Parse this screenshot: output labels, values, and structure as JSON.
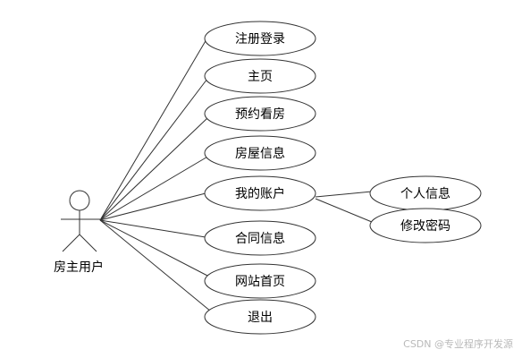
{
  "actor": {
    "label": "房主用户"
  },
  "usecases": [
    {
      "id": "register-login",
      "label": "注册登录"
    },
    {
      "id": "home",
      "label": "主页"
    },
    {
      "id": "book-viewing",
      "label": "预约看房"
    },
    {
      "id": "house-info",
      "label": "房屋信息"
    },
    {
      "id": "my-account",
      "label": "我的账户"
    },
    {
      "id": "contract-info",
      "label": "合同信息"
    },
    {
      "id": "site-home",
      "label": "网站首页"
    },
    {
      "id": "logout",
      "label": "退出"
    }
  ],
  "sub_usecases": [
    {
      "id": "personal-info",
      "label": "个人信息"
    },
    {
      "id": "change-password",
      "label": "修改密码"
    }
  ],
  "watermark": "CSDN @专业程序开发源"
}
